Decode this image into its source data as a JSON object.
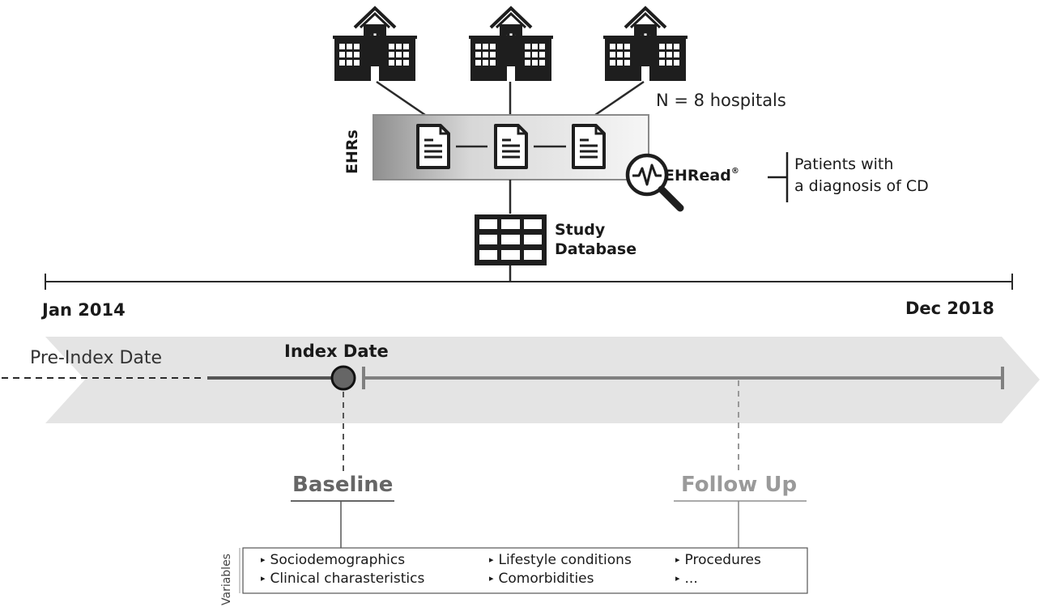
{
  "hospitals_label": "N = 8 hospitals",
  "ehrs_label": "EHRs",
  "ehread_label": "EHRead",
  "ehread_mark": "®",
  "patients_line1": "Patients with",
  "patients_line2": "a diagnosis of CD",
  "study_line1": "Study",
  "study_line2": "Database",
  "timeline_start": "Jan 2014",
  "timeline_end": "Dec 2018",
  "pre_index_label": "Pre-Index Date",
  "index_label": "Index Date",
  "baseline_label": "Baseline",
  "followup_label": "Follow Up",
  "variables_label": "Variables",
  "variables": [
    "Sociodemographics",
    "Clinical charasteristics",
    "Lifestyle conditions",
    "Comorbidities",
    "Procedures",
    "..."
  ],
  "bullet": "▸",
  "icons": [
    "hospital-icon",
    "hospital-icon",
    "hospital-icon",
    "document-icon",
    "magnifier-pulse-icon",
    "database-table-icon"
  ],
  "colors": {
    "arrow_band": "#e4e4e4",
    "dark": "#222222",
    "mid_gray": "#777777"
  }
}
